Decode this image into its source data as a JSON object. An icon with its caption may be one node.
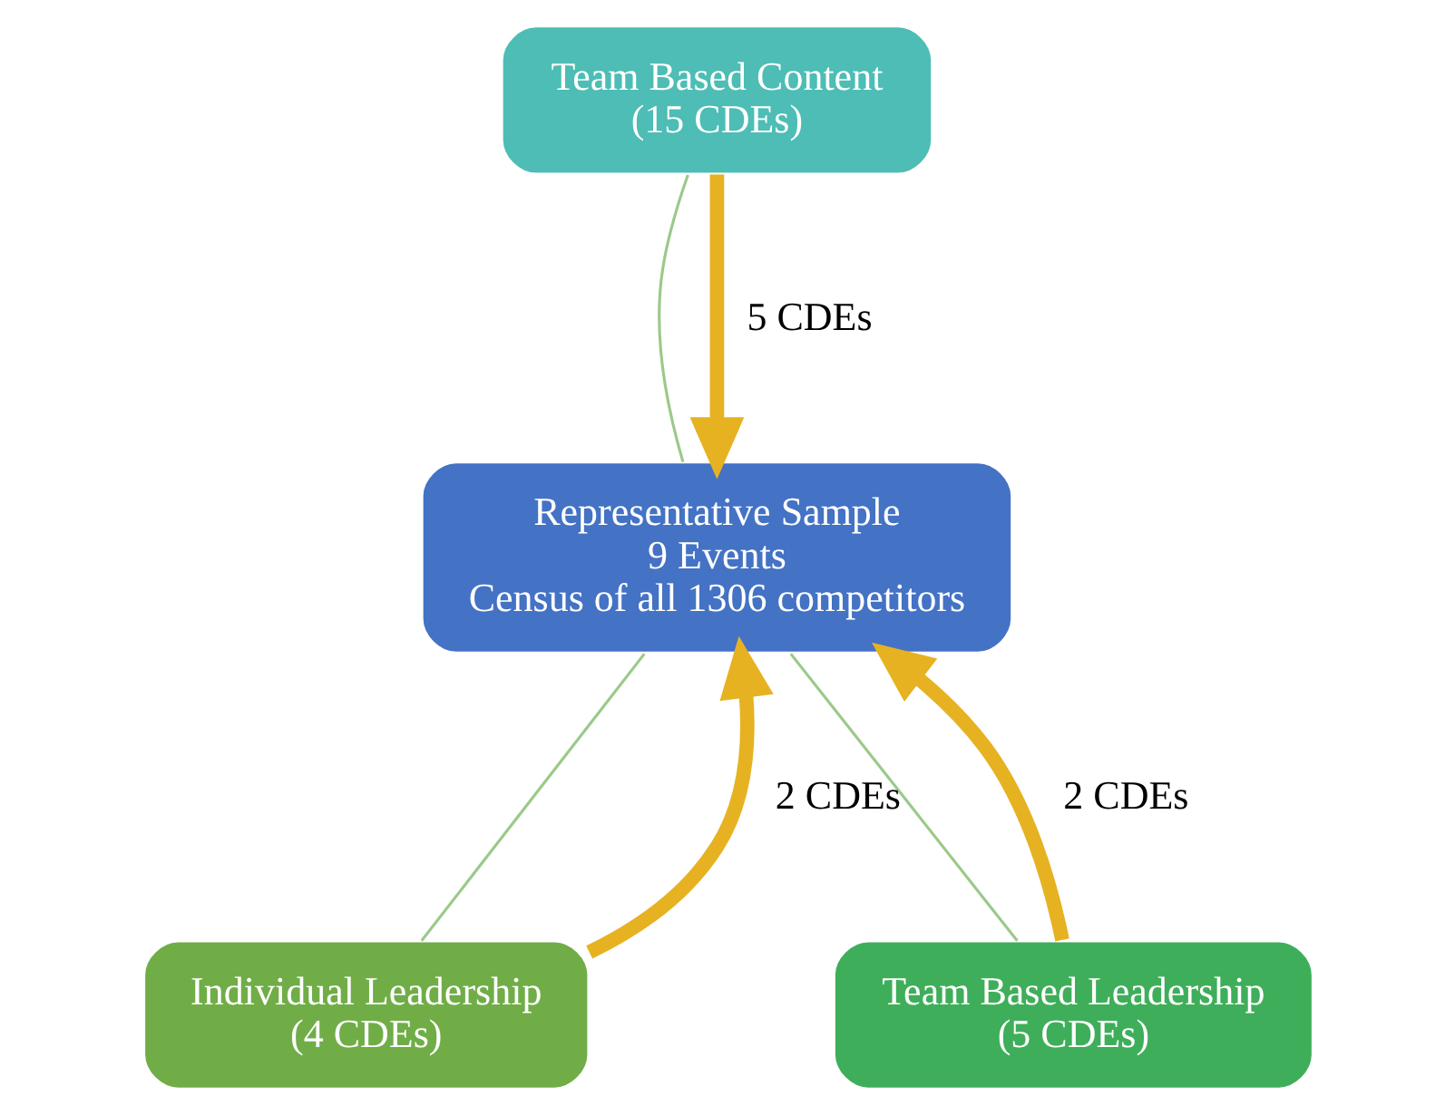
{
  "diagram": {
    "nodes": [
      {
        "text": [
          "Team Based Content",
          "(15 CDEs)"
        ]
      },
      {
        "text": [
          "Representative Sample",
          "9 Events",
          "Census of all 1306 competitors"
        ]
      },
      {
        "text": [
          "Individual Leadership",
          "(4 CDEs)"
        ]
      },
      {
        "text": [
          "Team Based Leadership",
          "(5 CDEs)"
        ]
      }
    ],
    "edges": [
      {
        "from": 0,
        "to": 1,
        "arrow": "none",
        "color": "#9bc98a"
      },
      {
        "from": 1,
        "to": 2,
        "arrow": "none",
        "color": "#9bc98a"
      },
      {
        "from": 1,
        "to": 3,
        "arrow": "none",
        "color": "#9bc98a"
      },
      {
        "from": 0,
        "to": 1,
        "arrow": "to",
        "label": "5 CDEs",
        "style": "thick",
        "color": "#e6b222"
      },
      {
        "from": 2,
        "to": 1,
        "arrow": "to",
        "label": "2 CDEs",
        "style": "thick",
        "color": "#e6b222"
      },
      {
        "from": 3,
        "to": 1,
        "arrow": "to",
        "label": "2 CDEs",
        "style": "thick",
        "color": "#e6b222"
      }
    ]
  }
}
